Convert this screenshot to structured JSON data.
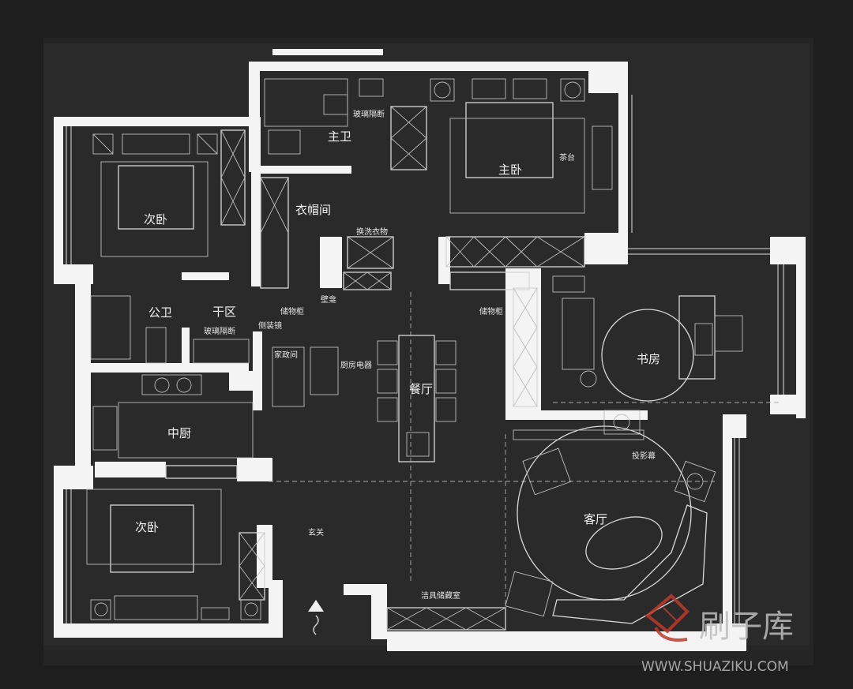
{
  "rooms": {
    "master_bath": "主卫",
    "master_bedroom": "主卧",
    "glass_partition_top": "玻璃隔断",
    "tea_table": "茶台",
    "cloakroom": "衣帽间",
    "laundry": "换洗衣物",
    "second_bedroom_top": "次卧",
    "public_bath": "公卫",
    "dry_zone": "干区",
    "storage_cabinet_1": "储物柜",
    "glass_partition_2": "玻璃隔断",
    "side_mirror": "侧装镜",
    "niche": "壁龛",
    "storage_cabinet_2": "储物柜",
    "housekeeping": "家政间",
    "kitchen_appliances": "厨房电器",
    "dining_room": "餐厅",
    "study": "书房",
    "chinese_kitchen": "中厨",
    "projection_screen": "投影幕",
    "second_bedroom_bottom": "次卧",
    "living_room": "客厅",
    "entrance": "玄关",
    "tool_storage": "洁具储藏室"
  },
  "watermark": {
    "brand": "刷子库",
    "url": "WWW.SHUAZIKU.COM",
    "accent_color": "#c0392b"
  },
  "colors": {
    "background": "#1e1e1e",
    "walls": "#f4f4f4"
  }
}
